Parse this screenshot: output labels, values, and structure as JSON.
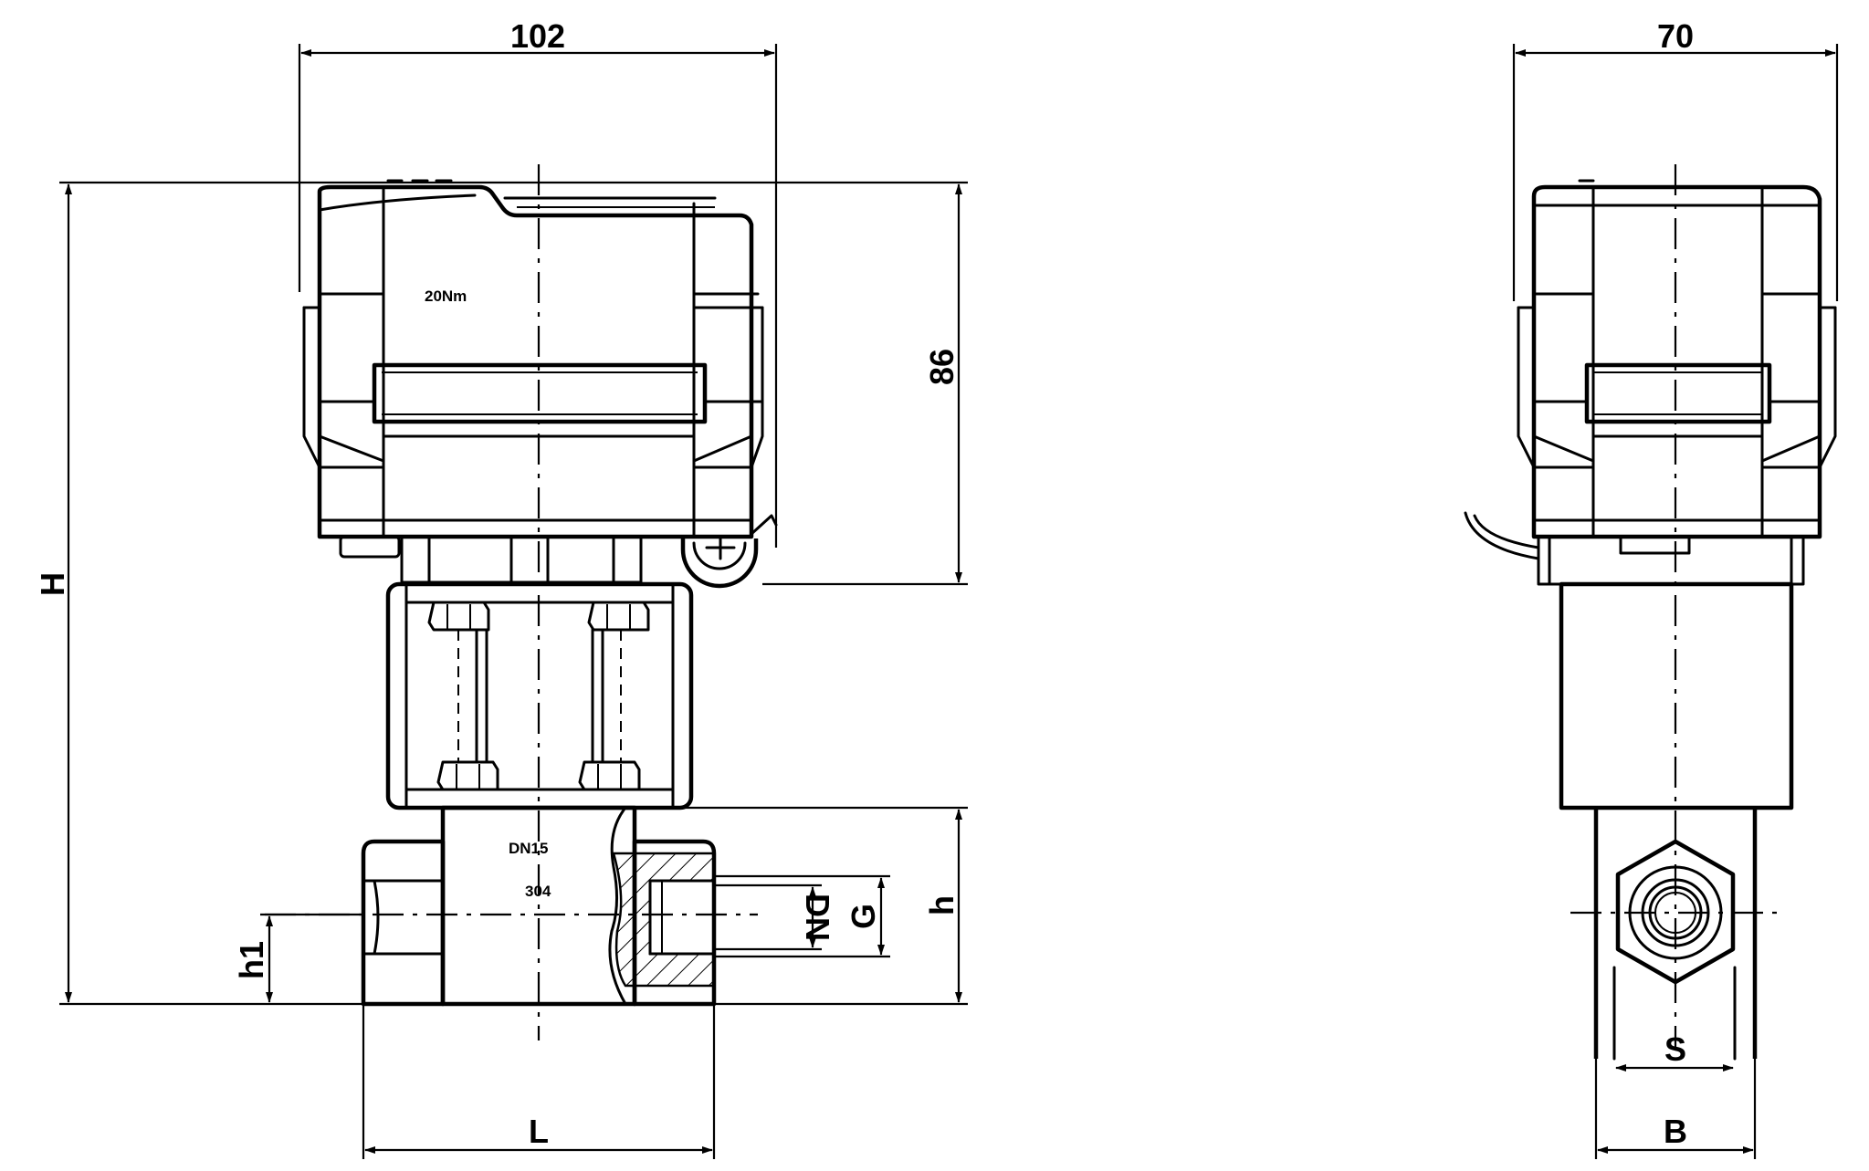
{
  "dimensions": {
    "front_width": "102",
    "side_width": "70",
    "actuator_height": "86",
    "overall_height": "H",
    "body_height": "h",
    "center_height": "h1",
    "length": "L",
    "nominal_diameter": "DN",
    "thread": "G",
    "hex_flat": "S",
    "width_b": "B"
  },
  "labels": {
    "torque": "20Nm",
    "size": "DN15",
    "material": "304"
  }
}
